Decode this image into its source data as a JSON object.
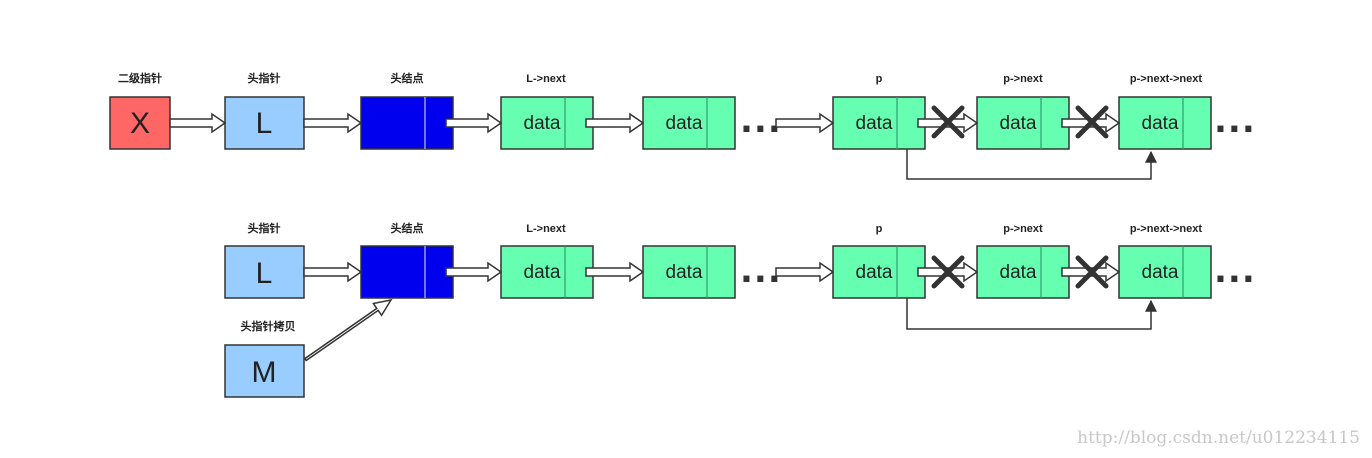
{
  "labels": {
    "double_ptr": "二级指针",
    "head_ptr": "头指针",
    "head_node": "头结点",
    "l_next": "L->next",
    "p": "p",
    "p_next": "p->next",
    "p_next_next": "p->next->next",
    "head_ptr_copy": "头指针拷贝"
  },
  "nodes": {
    "x": "X",
    "l": "L",
    "m": "M",
    "data": "data",
    "ellipsis": "..."
  },
  "watermark": "http://blog.csdn.net/u012234115",
  "colors": {
    "x_fill": "#ff6666",
    "pointer_fill": "#99ccff",
    "head_fill": "#0000ee",
    "data_fill": "#66ffb2",
    "line": "#333333"
  }
}
